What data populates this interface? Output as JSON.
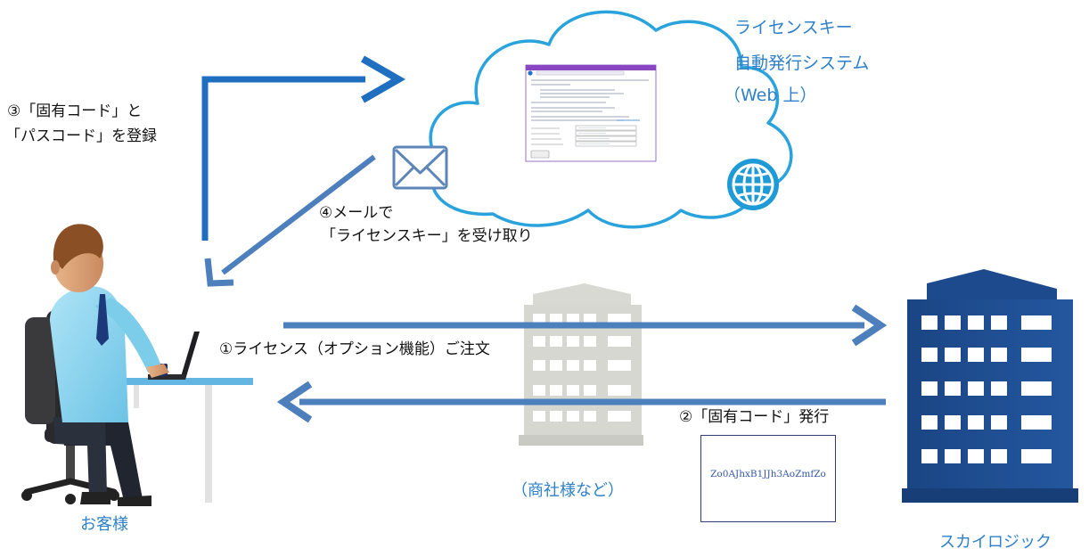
{
  "cloud": {
    "title_line1": "ライセンスキー",
    "title_line2": "自動発行システム",
    "title_line3": "（Web 上）"
  },
  "steps": {
    "step1": "①ライセンス（オプション機能）ご注文",
    "step2": "②「固有コード」発行",
    "step3_line1": "③「固有コード」と",
    "step3_line2": "「パスコード」を登録",
    "step4_line1": "④メールで",
    "step4_line2": "「ライセンスキー」を受け取り"
  },
  "actors": {
    "customer": "お客様",
    "trading_company": "（商社様など）",
    "vendor": "スカイロジック"
  },
  "code_box": {
    "value": "Zo0AJhxB1JJh3AoZmfZo"
  },
  "colors": {
    "arrow_dark_blue": "#1f6fc0",
    "arrow_steel_blue": "#4c7fbc",
    "label_blue": "#2e80c9",
    "building_navy": "#1d4b8f",
    "building_gray": "#d7d7d2",
    "cloud_outline": "#2aa3dd",
    "window_title_bar": "#8a46c2"
  },
  "icons": [
    "envelope-icon",
    "globe-icon",
    "customer-at-desk-illustration",
    "office-building-gray-icon",
    "office-building-navy-icon",
    "browser-window-screenshot"
  ]
}
